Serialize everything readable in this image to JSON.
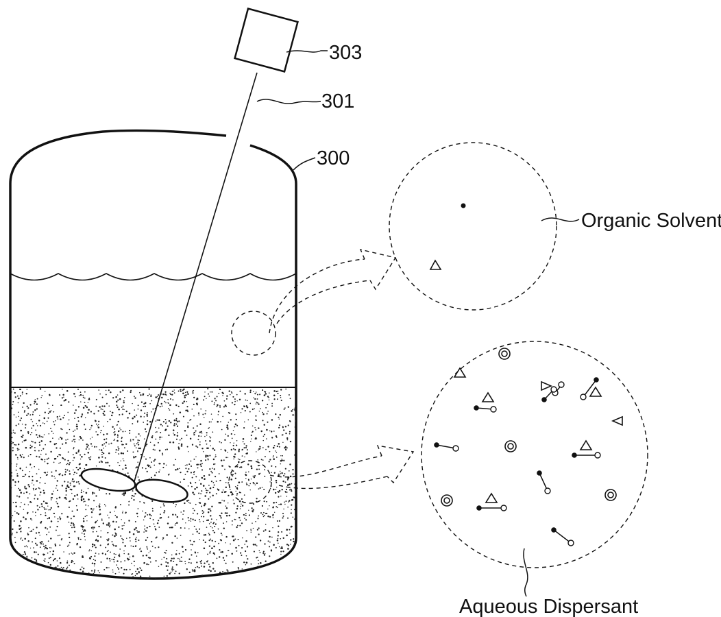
{
  "labels": {
    "ref_303": "303",
    "ref_301": "301",
    "ref_300": "300",
    "organic_solvent": "Organic Solvent",
    "aqueous_dispersant": "Aqueous Dispersant"
  },
  "colors": {
    "ink": "#111111",
    "background": "#ffffff"
  }
}
